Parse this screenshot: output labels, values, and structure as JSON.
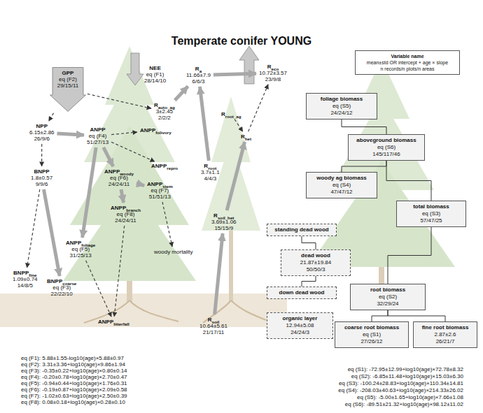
{
  "diagram": {
    "title": "Temperate conifer YOUNG",
    "nodes": [
      {
        "text": [
          "GPP",
          "eq (F2)",
          "29/15/11"
        ]
      },
      {
        "text": [
          "NEE",
          "eq (F1)",
          "28/14/10"
        ]
      },
      {
        "text": [
          "Rauto_ag",
          "3±2.45",
          "2/2/2"
        ]
      },
      {
        "text": [
          "Ra",
          "11.66±7.9",
          "6/6/3"
        ]
      },
      {
        "text": [
          "Reco",
          "10.72±3.57",
          "23/9/8"
        ]
      },
      {
        "text": [
          "NPP",
          "6.15±2.86",
          "26/9/6"
        ]
      },
      {
        "text": [
          "ANPP",
          "eq (F4)",
          "51/27/13"
        ]
      },
      {
        "text": [
          "ANPPfolivory"
        ]
      },
      {
        "text": [
          "Rroot_ag"
        ]
      },
      {
        "text": [
          "Rhet"
        ]
      },
      {
        "text": [
          "ANPPrepro"
        ]
      },
      {
        "text": [
          "ANPPwoody",
          "eq (F6)",
          "24/24/11"
        ]
      },
      {
        "text": [
          "ANPPstem",
          "eq (F7)",
          "51/51/13"
        ]
      },
      {
        "text": [
          "BNPP",
          "1.8±0.57",
          "9/9/6"
        ]
      },
      {
        "text": [
          "Rroot",
          "3.7±1.1",
          "4/4/3"
        ]
      },
      {
        "text": [
          "ANPPbranch",
          "eq (F8)",
          "24/24/11"
        ]
      },
      {
        "text": [
          "Rsoil_het",
          "3.69±1.06",
          "15/15/9"
        ]
      },
      {
        "text": [
          "ANPPfoliage",
          "eq (F5)",
          "31/25/13"
        ]
      },
      {
        "text": [
          "woody mortality"
        ]
      },
      {
        "text": [
          "BNPPfine",
          "1.09±0.74",
          "14/8/5"
        ]
      },
      {
        "text": [
          "BNPPcoarse",
          "eq (F3)",
          "22/22/10"
        ]
      },
      {
        "text": [
          "ANPPlitterfall"
        ]
      },
      {
        "text": [
          "Rsoil",
          "10.64±5.61",
          "21/17/11"
        ]
      },
      {
        "text": [
          "Variable name",
          "mean±std OR intercept + age × slope",
          "n records/n plots/n areas"
        ]
      },
      {
        "text": [
          "foliage biomass",
          "eq (S5)",
          "24/24/12"
        ]
      },
      {
        "text": [
          "aboveground biomass",
          "eq (S6)",
          "145/117/46"
        ]
      },
      {
        "text": [
          "woody ag biomass",
          "eq (S4)",
          "47/47/12"
        ]
      },
      {
        "text": [
          "total biomass",
          "eq (S3)",
          "57/47/25"
        ]
      },
      {
        "text": [
          "standing dead wood"
        ]
      },
      {
        "text": [
          "dead wood",
          "21.87±19.84",
          "50/50/3"
        ]
      },
      {
        "text": [
          "down dead wood"
        ]
      },
      {
        "text": [
          "root biomass",
          "eq (S2)",
          "32/29/24"
        ]
      },
      {
        "text": [
          "organic layer",
          "12.94±5.08",
          "24/24/3"
        ]
      },
      {
        "text": [
          "coarse root biomass",
          "eq (S1)",
          "27/26/12"
        ]
      },
      {
        "text": [
          "fine root biomass",
          "2.87±2.6",
          "26/21/7"
        ]
      }
    ],
    "edges": [
      {
        "from": 0,
        "to": 5,
        "arrow": "to"
      },
      {
        "from": 0,
        "to": 2,
        "arrow": "to"
      },
      {
        "from": 2,
        "to": 3,
        "arrow": "to"
      },
      {
        "from": 3,
        "to": 4,
        "arrow": "to"
      },
      {
        "from": 9,
        "to": 4,
        "arrow": "to"
      },
      {
        "from": 5,
        "to": 6,
        "arrow": "to"
      },
      {
        "from": 5,
        "to": 13,
        "arrow": "to"
      },
      {
        "from": 6,
        "to": 7,
        "arrow": "to"
      },
      {
        "from": 6,
        "to": 10,
        "arrow": "to"
      },
      {
        "from": 6,
        "to": 11,
        "arrow": "to"
      },
      {
        "from": 6,
        "to": 17,
        "arrow": "to"
      },
      {
        "from": 11,
        "to": 12,
        "arrow": "to"
      },
      {
        "from": 11,
        "to": 15,
        "arrow": "to"
      },
      {
        "from": 15,
        "to": 21,
        "arrow": "to"
      },
      {
        "from": 17,
        "to": 21,
        "arrow": "to"
      },
      {
        "from": 12,
        "to": 18,
        "arrow": "to"
      },
      {
        "from": 13,
        "to": 19,
        "arrow": "to"
      },
      {
        "from": 13,
        "to": 20,
        "arrow": "to"
      },
      {
        "from": 8,
        "to": 9,
        "arrow": "to"
      },
      {
        "from": 14,
        "to": 3,
        "arrow": "to"
      },
      {
        "from": 16,
        "to": 9,
        "arrow": "to"
      },
      {
        "from": 22,
        "to": 16,
        "arrow": "to"
      },
      {
        "from": 25,
        "to": 24,
        "arrow": "none"
      },
      {
        "from": 25,
        "to": 26,
        "arrow": "none"
      },
      {
        "from": 27,
        "to": 25,
        "arrow": "none"
      },
      {
        "from": 27,
        "to": 31,
        "arrow": "none"
      },
      {
        "from": 31,
        "to": 33,
        "arrow": "none"
      },
      {
        "from": 31,
        "to": 34,
        "arrow": "none"
      },
      {
        "from": 29,
        "to": 28,
        "arrow": "none"
      },
      {
        "from": 29,
        "to": 30,
        "arrow": "none"
      }
    ],
    "labels": [
      "eq (F1): 5.88±1.55-log10(age)×5.88±0.97",
      "eq (F2): 3.31±3.36+log10(age)×9.86±1.94",
      "eq (F3): -0.35±0.22+log10(age)×0.80±0.14",
      "eq (F4): -0.20±0.78+log10(age)×2.70±0.47",
      "eq (F5): -0.94±0.44+log10(age)×1.76±0.31",
      "eq (F6): -0.19±0.87+log10(age)×2.09±0.58",
      "eq (F7): -1.02±0.63+log10(age)×2.50±0.39",
      "eq (F8): 0.08±0.18+log10(age)×0.28±0.10",
      "eq (S1): -72.95±12.99+log10(age)×72.78±8.32",
      "eq (S2): -6.85±11.48+log10(age)×15.03±6.30",
      "eq (S3): -100.24±28.83+log10(age)×110.34±14.81",
      "eq (S4): -208.03±40.63+log10(age)×214.33±26.02",
      "eq (S5): -5.00±1.65+log10(age)×7.66±1.08",
      "eq (S6): -89.51±21.32+log10(age)×98.12±11.02"
    ]
  }
}
